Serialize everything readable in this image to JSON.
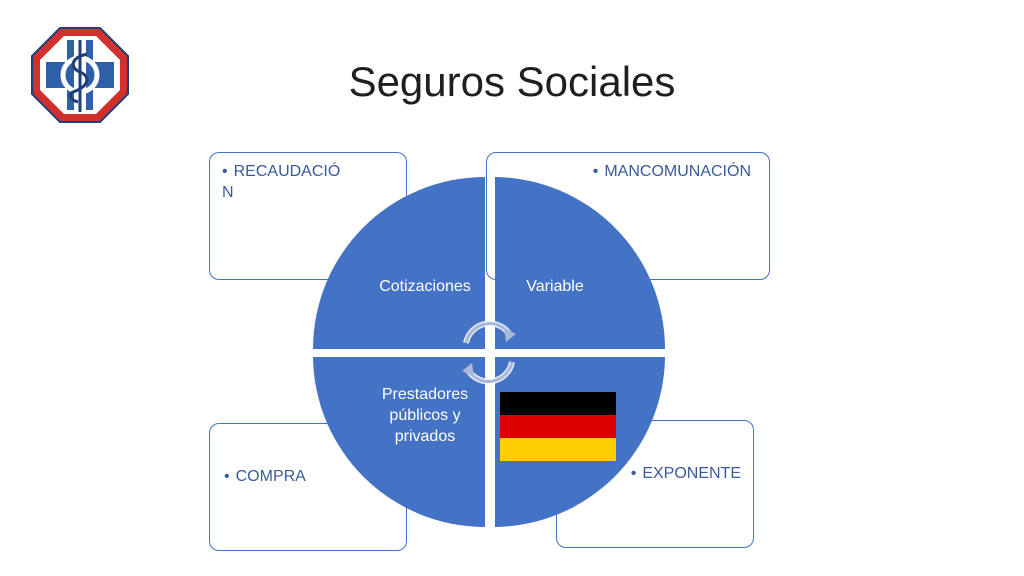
{
  "slide": {
    "title": "Seguros Sociales"
  },
  "boxes": {
    "top_left": "RECAUDACIÓ N",
    "top_right": "MANCOMUNACIÓN",
    "bottom_left": "COMPRA",
    "bottom_right": "EXPONENTE"
  },
  "quadrants": {
    "top_left": "Cotizaciones",
    "top_right": "Variable",
    "bottom_left": "Prestadores públicos y privados"
  },
  "colors": {
    "accent": "#4472c4",
    "logo_red": "#d0312d",
    "logo_blue": "#2f5fa6",
    "flag_black": "#000000",
    "flag_red": "#dd0000",
    "flag_gold": "#ffce00"
  },
  "icons": {
    "logo": "caduceus-cross-logo",
    "cycle": "cycle-arrows-icon",
    "flag": "germany-flag-icon"
  }
}
